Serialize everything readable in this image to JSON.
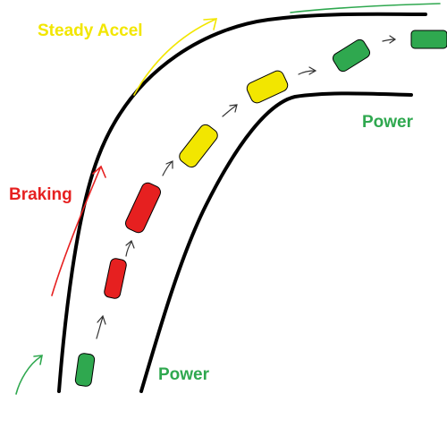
{
  "labels": {
    "steady_accel": "Steady Accel",
    "braking": "Braking",
    "power_exit": "Power",
    "power_entry": "Power"
  },
  "colors": {
    "steady_accel": "#f2e600",
    "braking": "#e62020",
    "power": "#2fa84f",
    "road": "#000000",
    "arrow": "#333333"
  },
  "cars": [
    {
      "phase": "power",
      "color": "#2fa84f"
    },
    {
      "phase": "braking",
      "color": "#e62020"
    },
    {
      "phase": "braking",
      "color": "#e62020"
    },
    {
      "phase": "steady_accel",
      "color": "#f2e600"
    },
    {
      "phase": "steady_accel",
      "color": "#f2e600"
    },
    {
      "phase": "power",
      "color": "#2fa84f"
    },
    {
      "phase": "power",
      "color": "#2fa84f"
    }
  ]
}
